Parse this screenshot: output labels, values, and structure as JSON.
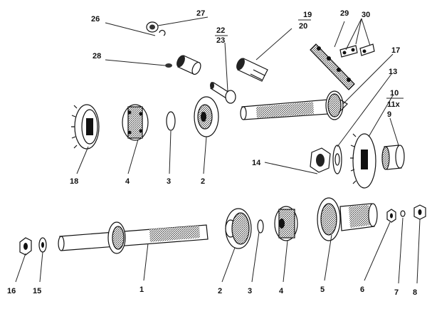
{
  "diagram": {
    "labels": {
      "l26": "26",
      "l27": "27",
      "l19": "19",
      "l20": "20",
      "l29": "29",
      "l30": "30",
      "l22": "22",
      "l23": "23",
      "l28": "28",
      "l17": "17",
      "l13": "13",
      "l10": "10",
      "l11x": "11x",
      "l9": "9",
      "l14": "14",
      "l18": "18",
      "l4a": "4",
      "l3a": "3",
      "l2a": "2",
      "l16": "16",
      "l15": "15",
      "l1": "1",
      "l2b": "2",
      "l3b": "3",
      "l4b": "4",
      "l5": "5",
      "l6": "6",
      "l7": "7",
      "l8": "8"
    },
    "colors": {
      "ink": "#111111",
      "paper": "#ffffff",
      "shade": "#444444"
    }
  }
}
